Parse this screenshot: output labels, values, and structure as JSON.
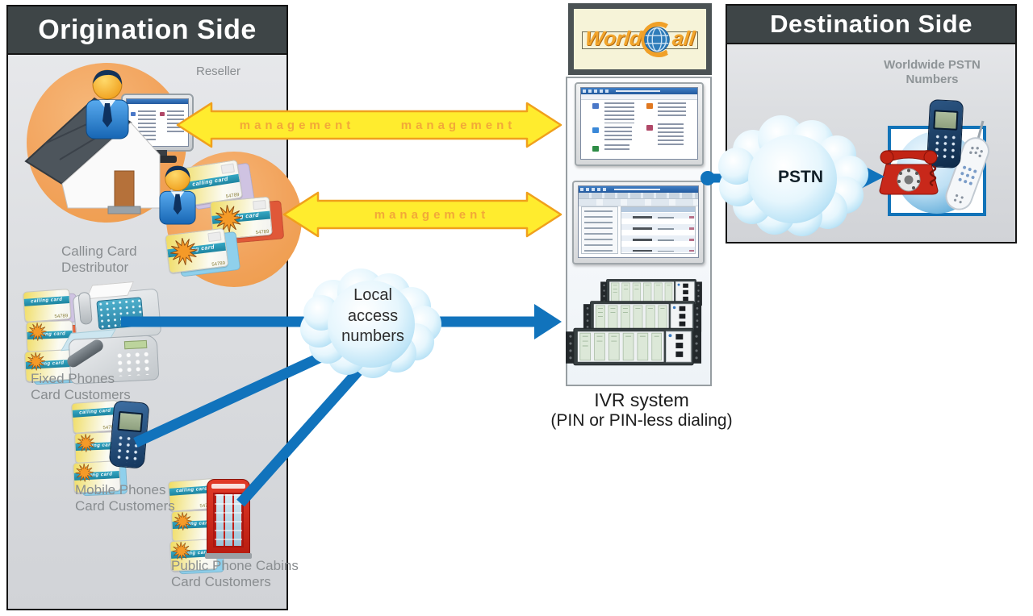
{
  "diagram": {
    "origination": {
      "title": "Origination Side",
      "reseller_label": "Reseller",
      "distributor_label_1": "Calling Card",
      "distributor_label_2": "Destributor",
      "fixed_label_1": "Fixed Phones",
      "fixed_label_2": "Card Customers",
      "mobile_label_1": "Mobile Phones",
      "mobile_label_2": "Card Customers",
      "public_label_1": "Public Phone Cabins",
      "public_label_2": "Card Customers"
    },
    "destination": {
      "title": "Destination Side",
      "numbers_label_1": "Worldwide PSTN",
      "numbers_label_2": "Numbers"
    },
    "center": {
      "logo_word1": "World",
      "logo_word2": "all",
      "ivr_label_1": "IVR system",
      "ivr_label_2": "(PIN or PIN-less dialing)"
    },
    "arrows": {
      "management_top_1": "management",
      "management_top_2": "management",
      "management_bottom": "management"
    },
    "clouds": {
      "local_1": "Local",
      "local_2": "access",
      "local_3": "numbers",
      "pstn": "PSTN"
    },
    "card": {
      "label": "calling card",
      "number": "54789"
    },
    "colors": {
      "panel_header": "#3e4547",
      "arrow_blue": "#1173bc",
      "arrow_yellow": "#ffec2e",
      "arrow_yellow_border": "#f0a01c",
      "management_text": "#f2a838",
      "orange_circle": "#f2a35c",
      "booth_red": "#d6281c",
      "logo_orange": "#f2a52c"
    }
  }
}
